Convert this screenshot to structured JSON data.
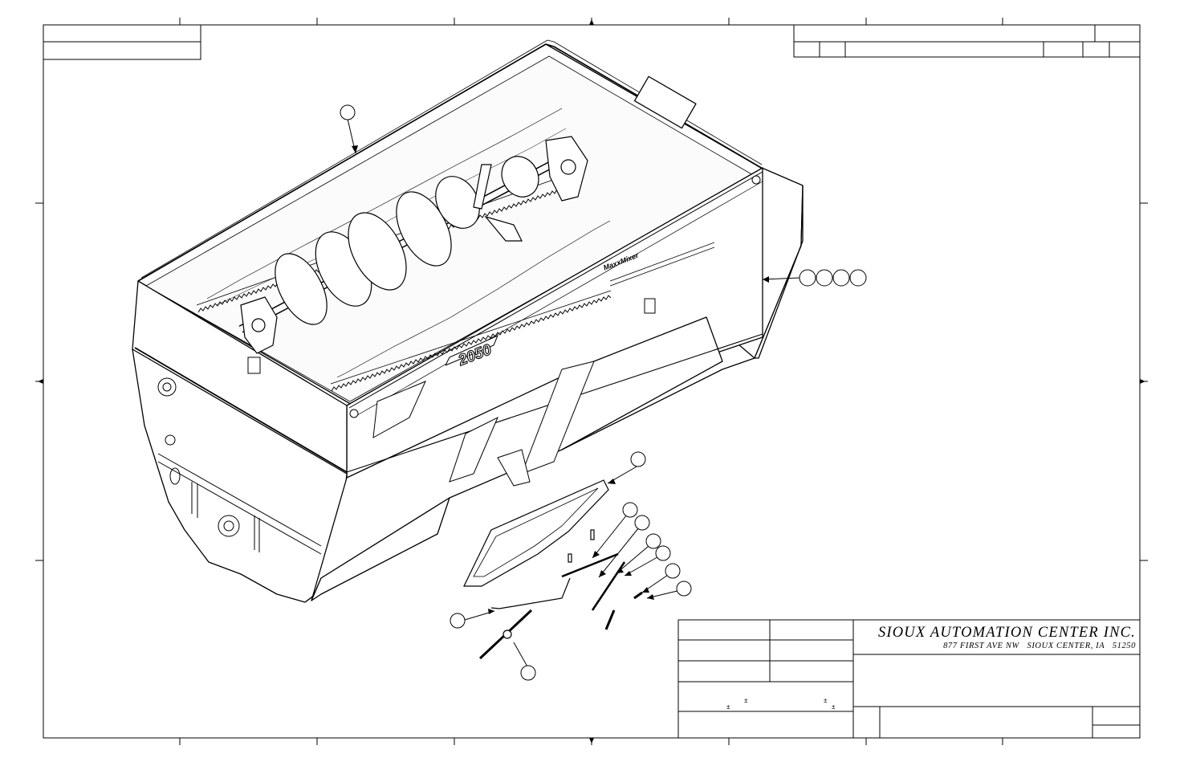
{
  "title_block": {
    "company_name": "SIOUX AUTOMATION CENTER INC.",
    "company_address": "877 FIRST AVE NW   SIOUX CENTER, IA   51250"
  },
  "machine": {
    "model_plate": "2050",
    "brand_plate": "MaxxMixer"
  },
  "tolerance_marks": [
    "±",
    "±",
    "±",
    "±"
  ],
  "balloons": [
    {
      "id": "balloon-top",
      "text": ""
    },
    {
      "id": "balloon-group-1",
      "text": ""
    },
    {
      "id": "balloon-group-2",
      "text": ""
    },
    {
      "id": "balloon-group-3",
      "text": ""
    },
    {
      "id": "balloon-group-4",
      "text": ""
    },
    {
      "id": "balloon-door",
      "text": ""
    },
    {
      "id": "balloon-rod-1",
      "text": ""
    },
    {
      "id": "balloon-rod-2",
      "text": ""
    },
    {
      "id": "balloon-rod-3",
      "text": ""
    },
    {
      "id": "balloon-rod-4",
      "text": ""
    },
    {
      "id": "balloon-pin-1",
      "text": ""
    },
    {
      "id": "balloon-pin-2",
      "text": ""
    },
    {
      "id": "balloon-link",
      "text": ""
    },
    {
      "id": "balloon-cylinder",
      "text": ""
    }
  ]
}
